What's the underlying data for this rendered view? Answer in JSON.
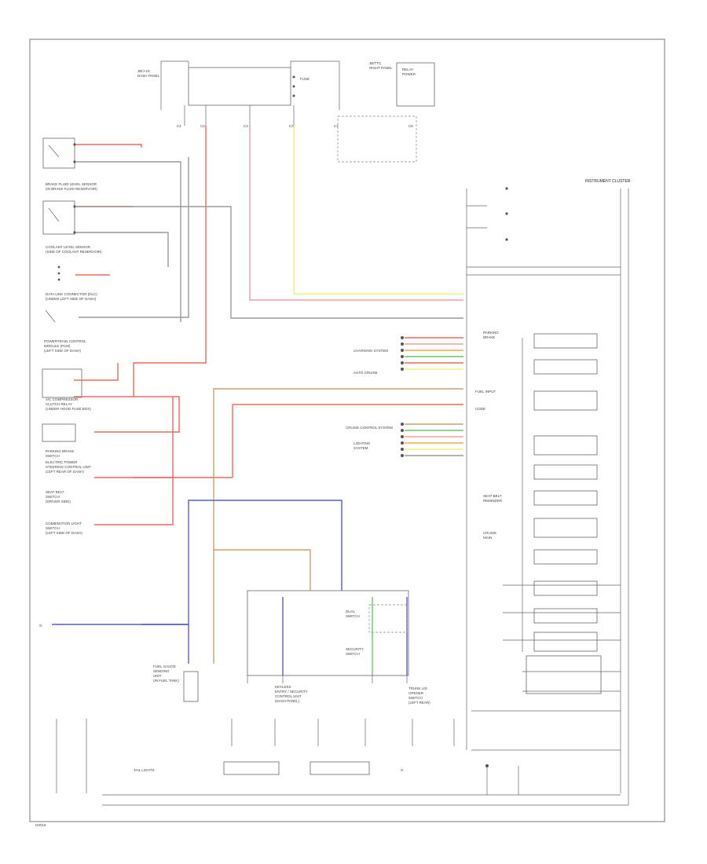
{
  "colors": {
    "red": "#f06a5c",
    "pink": "#f2a0a0",
    "yellow": "#f2ef7a",
    "blue": "#5a5ad6",
    "tan": "#c8a070",
    "orange": "#f5a94d",
    "green": "#6cc46c",
    "gray": "#9a9a9a",
    "black": "#555555"
  },
  "labels": {
    "instrument_cluster": "INSTRUMENT CLUSTER",
    "fuel_input": "FUEL INPUT",
    "code": "CODE",
    "dash": "DASH",
    "fuse": "FUSE"
  }
}
